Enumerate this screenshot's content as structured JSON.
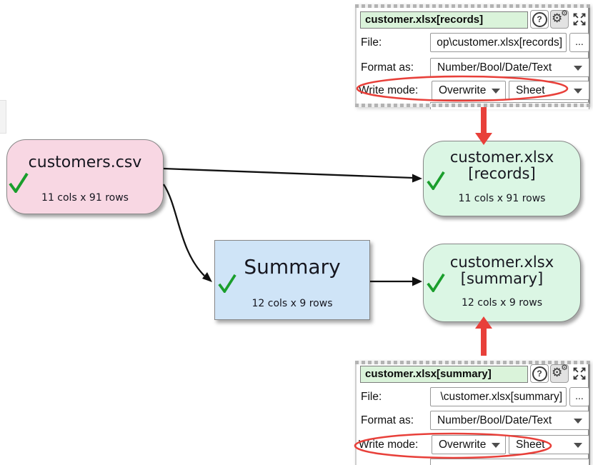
{
  "canvas": {
    "nodes": {
      "source": {
        "title": "customers.csv",
        "stats": "11 cols x 91 rows"
      },
      "records_output": {
        "title_line1": "customer.xlsx",
        "title_line2": "[records]",
        "stats": "11 cols x 91 rows"
      },
      "summary_transform": {
        "title": "Summary",
        "stats": "12 cols x 9 rows"
      },
      "summary_output": {
        "title_line1": "customer.xlsx",
        "title_line2": "[summary]",
        "stats": "12 cols x 9 rows"
      }
    }
  },
  "panels": {
    "records": {
      "title": "customer.xlsx[records]",
      "file_label": "File:",
      "file_value": "op\\customer.xlsx[records]",
      "browse_label": "...",
      "format_label": "Format as:",
      "format_value": "Number/Bool/Date/Text",
      "write_mode_label": "Write mode:",
      "write_mode_value": "Overwrite",
      "sheet_mode_value": "Sheet"
    },
    "summary": {
      "title": "customer.xlsx[summary]",
      "file_label": "File:",
      "file_value": "\\customer.xlsx[summary]",
      "browse_label": "...",
      "format_label": "Format as:",
      "format_value": "Number/Bool/Date/Text",
      "write_mode_label": "Write mode:",
      "write_mode_value": "Overwrite",
      "sheet_mode_value": "Sheet"
    }
  },
  "icons": {
    "help": "?",
    "settings_gear": "⚙",
    "settings_gear_small": "⚙"
  },
  "colors": {
    "source_node_fill": "#f8d7e3",
    "output_node_fill": "#dbf6e4",
    "transform_node_fill": "#cfe4f7",
    "panel_title_bg": "#daf3da",
    "check_green": "#1a9e2c",
    "annotation_red": "#e8403a",
    "connector_black": "#111111"
  }
}
